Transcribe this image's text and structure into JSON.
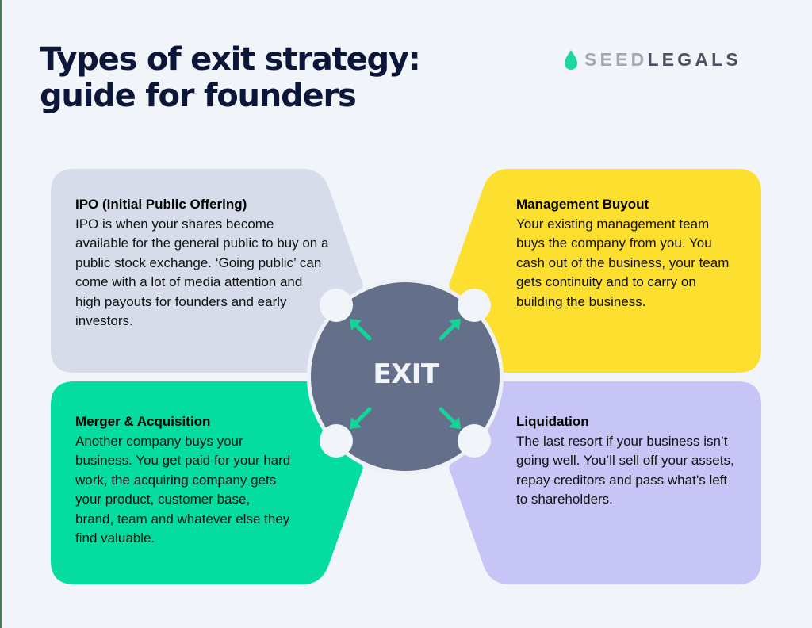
{
  "header": {
    "title_line1": "Types of exit strategy:",
    "title_line2": "guide for founders"
  },
  "logo": {
    "icon": "droplet-icon",
    "text_part1": "SEED",
    "text_part2": "LEGALS",
    "icon_color": "#1fd8a0"
  },
  "center": {
    "label": "EXIT",
    "color": "#647089",
    "arrow_color": "#14d49a"
  },
  "strategies": [
    {
      "position": "top-left",
      "title": "IPO (Initial Public Offering)",
      "body": "IPO is when your shares become available for the general public to buy on a public stock exchange. ‘Going public’ can come with a lot of media attention and high payouts for founders and early investors.",
      "color": "#d6dce9"
    },
    {
      "position": "top-right",
      "title": "Management Buyout",
      "body": "Your existing management team buys the company from you. You cash out of the business, your team gets continuity and to carry on building the business.",
      "color": "#fcdf2f"
    },
    {
      "position": "bottom-left",
      "title": "Merger & Acquisition",
      "body": "Another company buys your business. You get paid for your hard work, the acquiring company gets your product, customer base, brand, team and whatever else they find valuable.",
      "color": "#05dca0"
    },
    {
      "position": "bottom-right",
      "title": "Liquidation",
      "body": "The last resort if your business isn’t going well. You’ll sell off your assets, repay creditors and pass what’s left to shareholders.",
      "color": "#c6c5f5"
    }
  ]
}
